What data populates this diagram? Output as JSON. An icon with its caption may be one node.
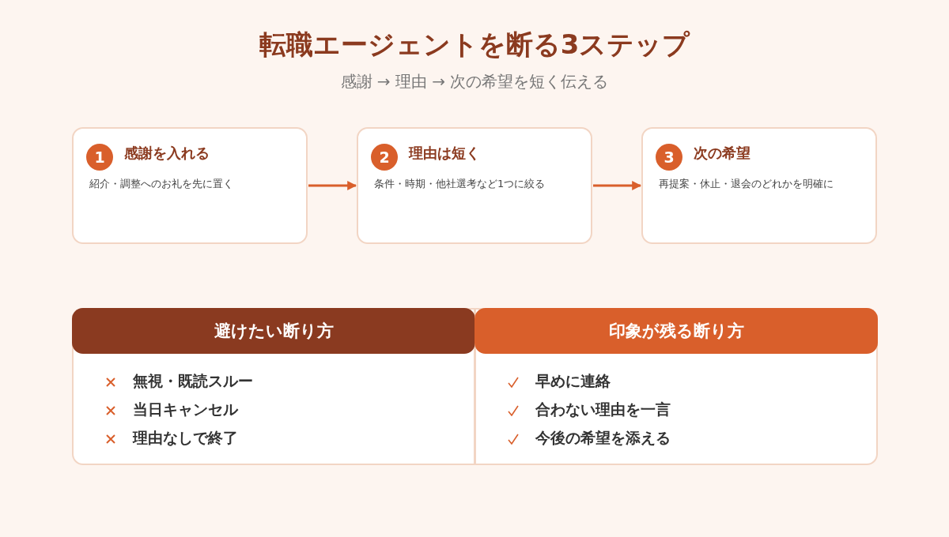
{
  "diagram": {
    "title": "転職エージェントを断る3ステップ",
    "caption": "感謝 → 理由 → 次の希望を短く伝える",
    "nodes": [
      {
        "text": [
          "感謝を入れる",
          "紹介・調整へのお礼を先に置く"
        ]
      },
      {
        "text": [
          "1"
        ],
        "in": 0
      },
      {
        "text": [
          "理由は短く",
          "条件・時期・他社選考など1つに絞る"
        ]
      },
      {
        "text": [
          "2"
        ],
        "in": 2
      },
      {
        "text": [
          "次の希望",
          "再提案・休止・退会のどれかを明確に"
        ]
      },
      {
        "text": [
          "3"
        ],
        "in": 4
      },
      {
        "text": [
          "避けたい断り方",
          "無視・既読スルー",
          "当日キャンセル",
          "理由なしで終了"
        ]
      },
      {
        "text": [
          "印象が残る断り方",
          "早めに連絡",
          "合わない理由を一言",
          "今後の希望を添える"
        ]
      }
    ],
    "edges": [
      {
        "from": 0,
        "to": 2,
        "arrow": "to"
      },
      {
        "from": 2,
        "to": 4,
        "arrow": "to"
      }
    ]
  }
}
